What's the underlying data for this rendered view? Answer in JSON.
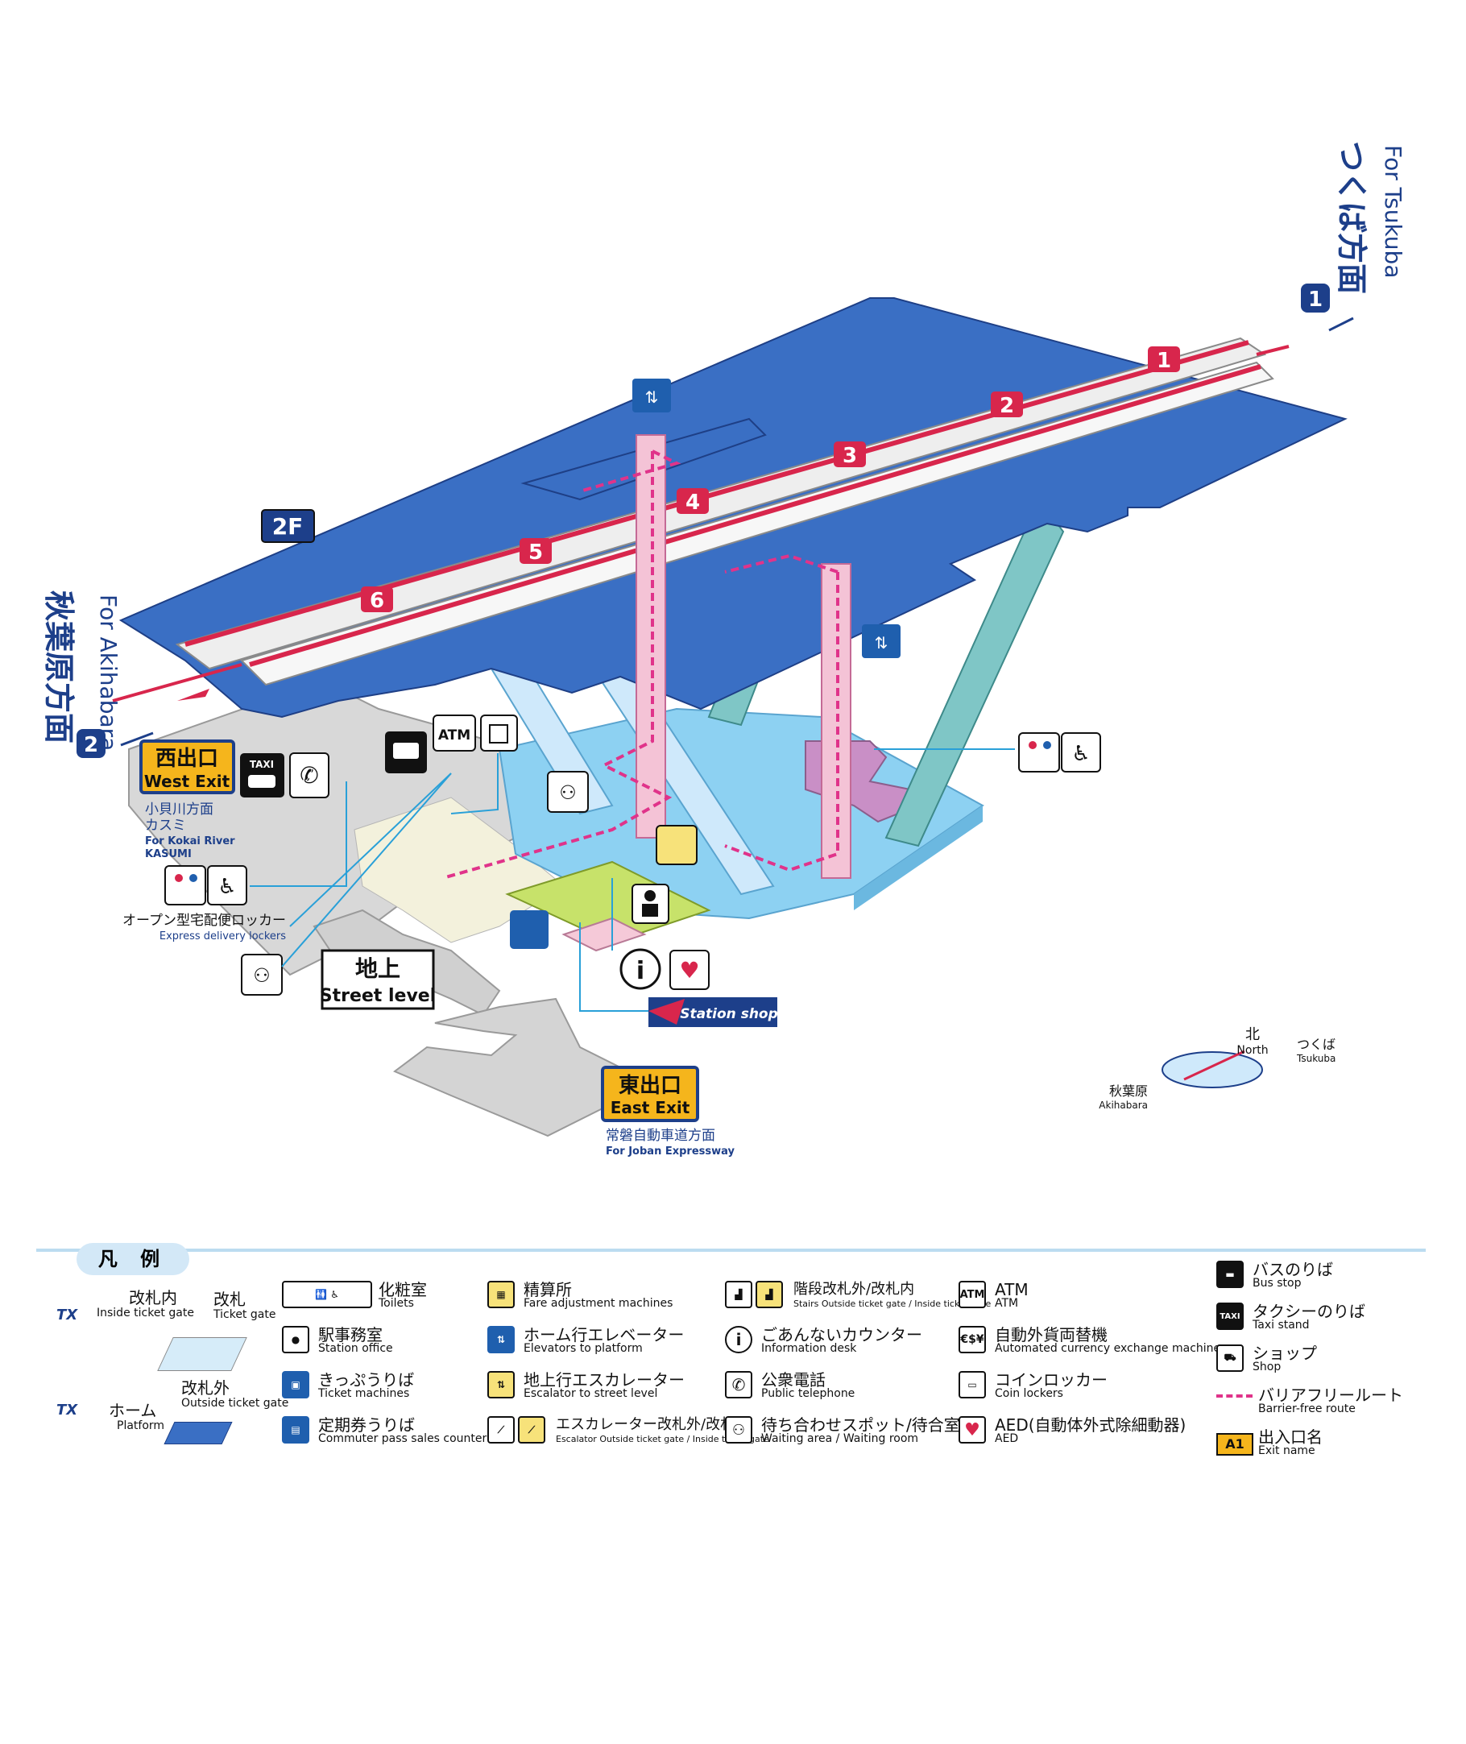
{
  "floor_label": "2F",
  "street_level": {
    "ja": "地上",
    "en": "Street level"
  },
  "directions": {
    "tsukuba": {
      "ja": "つくば方面",
      "en": "For Tsukuba",
      "platform": "1"
    },
    "akihabara": {
      "ja": "秋葉原方面",
      "en": "For Akihabara",
      "platform": "2"
    }
  },
  "car_numbers": [
    "1",
    "2",
    "3",
    "4",
    "5",
    "6"
  ],
  "exits": {
    "west": {
      "ja": "西出口",
      "en": "West Exit",
      "sub_ja1": "小貝川方面",
      "sub_ja2": "カスミ",
      "sub_en1": "For Kokai River",
      "sub_en2": "KASUMI"
    },
    "east": {
      "ja": "東出口",
      "en": "East Exit",
      "sub_ja": "常磐自動車道方面",
      "sub_en": "For Joban Expressway"
    }
  },
  "map_labels": {
    "lockers_ja": "オープン型宅配便ロッカー",
    "lockers_en": "Express delivery lockers",
    "station_shop": "Station shop",
    "atm": "ATM",
    "taxi": "TAXI"
  },
  "compass": {
    "north_ja": "北",
    "north_en": "North",
    "tsukuba_ja": "つくば",
    "tsukuba_en": "Tsukuba",
    "akihabara_ja": "秋葉原",
    "akihabara_en": "Akihabara"
  },
  "legend": {
    "title": "凡 例",
    "inside_gate": {
      "ja": "改札内",
      "en": "Inside ticket gate"
    },
    "gate": {
      "ja": "改札",
      "en": "Ticket gate"
    },
    "outside_gate": {
      "ja": "改札外",
      "en": "Outside ticket gate"
    },
    "platform": {
      "ja": "ホーム",
      "en": "Platform"
    },
    "tx": "TX",
    "col2": [
      {
        "ja": "化粧室",
        "en": "Toilets"
      },
      {
        "ja": "駅事務室",
        "en": "Station office"
      },
      {
        "ja": "きっぷうりば",
        "en": "Ticket machines"
      },
      {
        "ja": "定期券うりば",
        "en": "Commuter pass sales counter"
      }
    ],
    "col3": [
      {
        "ja": "精算所",
        "en": "Fare adjustment machines"
      },
      {
        "ja": "ホーム行エレベーター",
        "en": "Elevators to platform"
      },
      {
        "ja": "地上行エスカレーター",
        "en": "Escalator to street level"
      },
      {
        "ja": "エスカレーター改札外/改札内",
        "en": "Escalator Outside ticket gate / Inside ticket gate"
      }
    ],
    "col4": [
      {
        "ja": "階段改札外/改札内",
        "en": "Stairs Outside ticket gate / Inside ticket gate"
      },
      {
        "ja": "ごあんないカウンター",
        "en": "Information desk"
      },
      {
        "ja": "公衆電話",
        "en": "Public telephone"
      },
      {
        "ja": "待ち合わせスポット/待合室",
        "en": "Waiting area / Waiting room"
      }
    ],
    "col5": [
      {
        "ja": "ATM",
        "en": "ATM"
      },
      {
        "ja": "自動外貨両替機",
        "en": "Automated currency exchange machine"
      },
      {
        "ja": "コインロッカー",
        "en": "Coin lockers"
      },
      {
        "ja": "AED(自動体外式除細動器)",
        "en": "AED"
      }
    ],
    "col6": [
      {
        "ja": "バスのりば",
        "en": "Bus stop"
      },
      {
        "ja": "タクシーのりば",
        "en": "Taxi stand"
      },
      {
        "ja": "ショップ",
        "en": "Shop"
      },
      {
        "ja": "バリアフリールート",
        "en": "Barrier-free route"
      },
      {
        "ja": "出入口名",
        "en": "Exit name"
      }
    ],
    "exit_badge": "A1",
    "atm_icon": "ATM"
  },
  "colors": {
    "platform": "#3a6fc4",
    "ground": "#dcdcdc",
    "concourse": "#8dd1f2",
    "train_stripe": "#d8264c",
    "barrier_free": "#e0338a",
    "exit_badge": "#f5b51c",
    "navy": "#1d3f8a"
  }
}
